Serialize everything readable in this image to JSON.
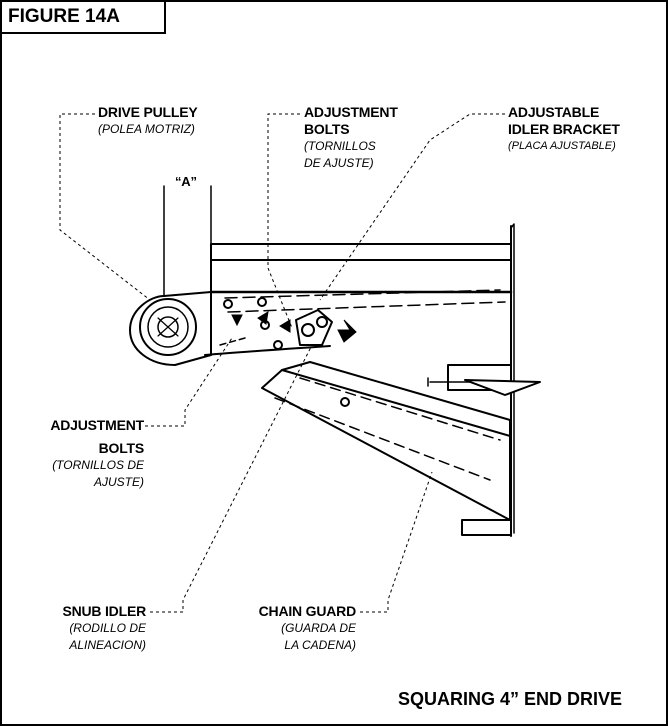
{
  "figure_title": "FIGURE 14A",
  "caption": "SQUARING 4” END DRIVE",
  "dimension_label": "“A”",
  "labels": {
    "drive_pulley": {
      "en": "DRIVE PULLEY",
      "es": "(POLEA MOTRIZ)"
    },
    "adjustment_bolts_top": {
      "en1": "ADJUSTMENT",
      "en2": "BOLTS",
      "es1": "(TORNILLOS",
      "es2": "DE AJUSTE)"
    },
    "adjustable_idler_bracket": {
      "en1": "ADJUSTABLE",
      "en2": "IDLER BRACKET",
      "es": "(PLACA AJUSTABLE)"
    },
    "adjustment_bolts_left": {
      "en1": "ADJUSTMENT",
      "en2": "BOLTS",
      "es1": "(TORNILLOS DE",
      "es2": "AJUSTE)"
    },
    "snub_idler": {
      "en": "SNUB IDLER",
      "es1": "(RODILLO DE",
      "es2": "ALINEACION)"
    },
    "chain_guard": {
      "en": "CHAIN GUARD",
      "es1": "(GUARDA DE",
      "es2": "LA CADENA)"
    }
  },
  "colors": {
    "line": "#000000",
    "background": "#ffffff"
  }
}
